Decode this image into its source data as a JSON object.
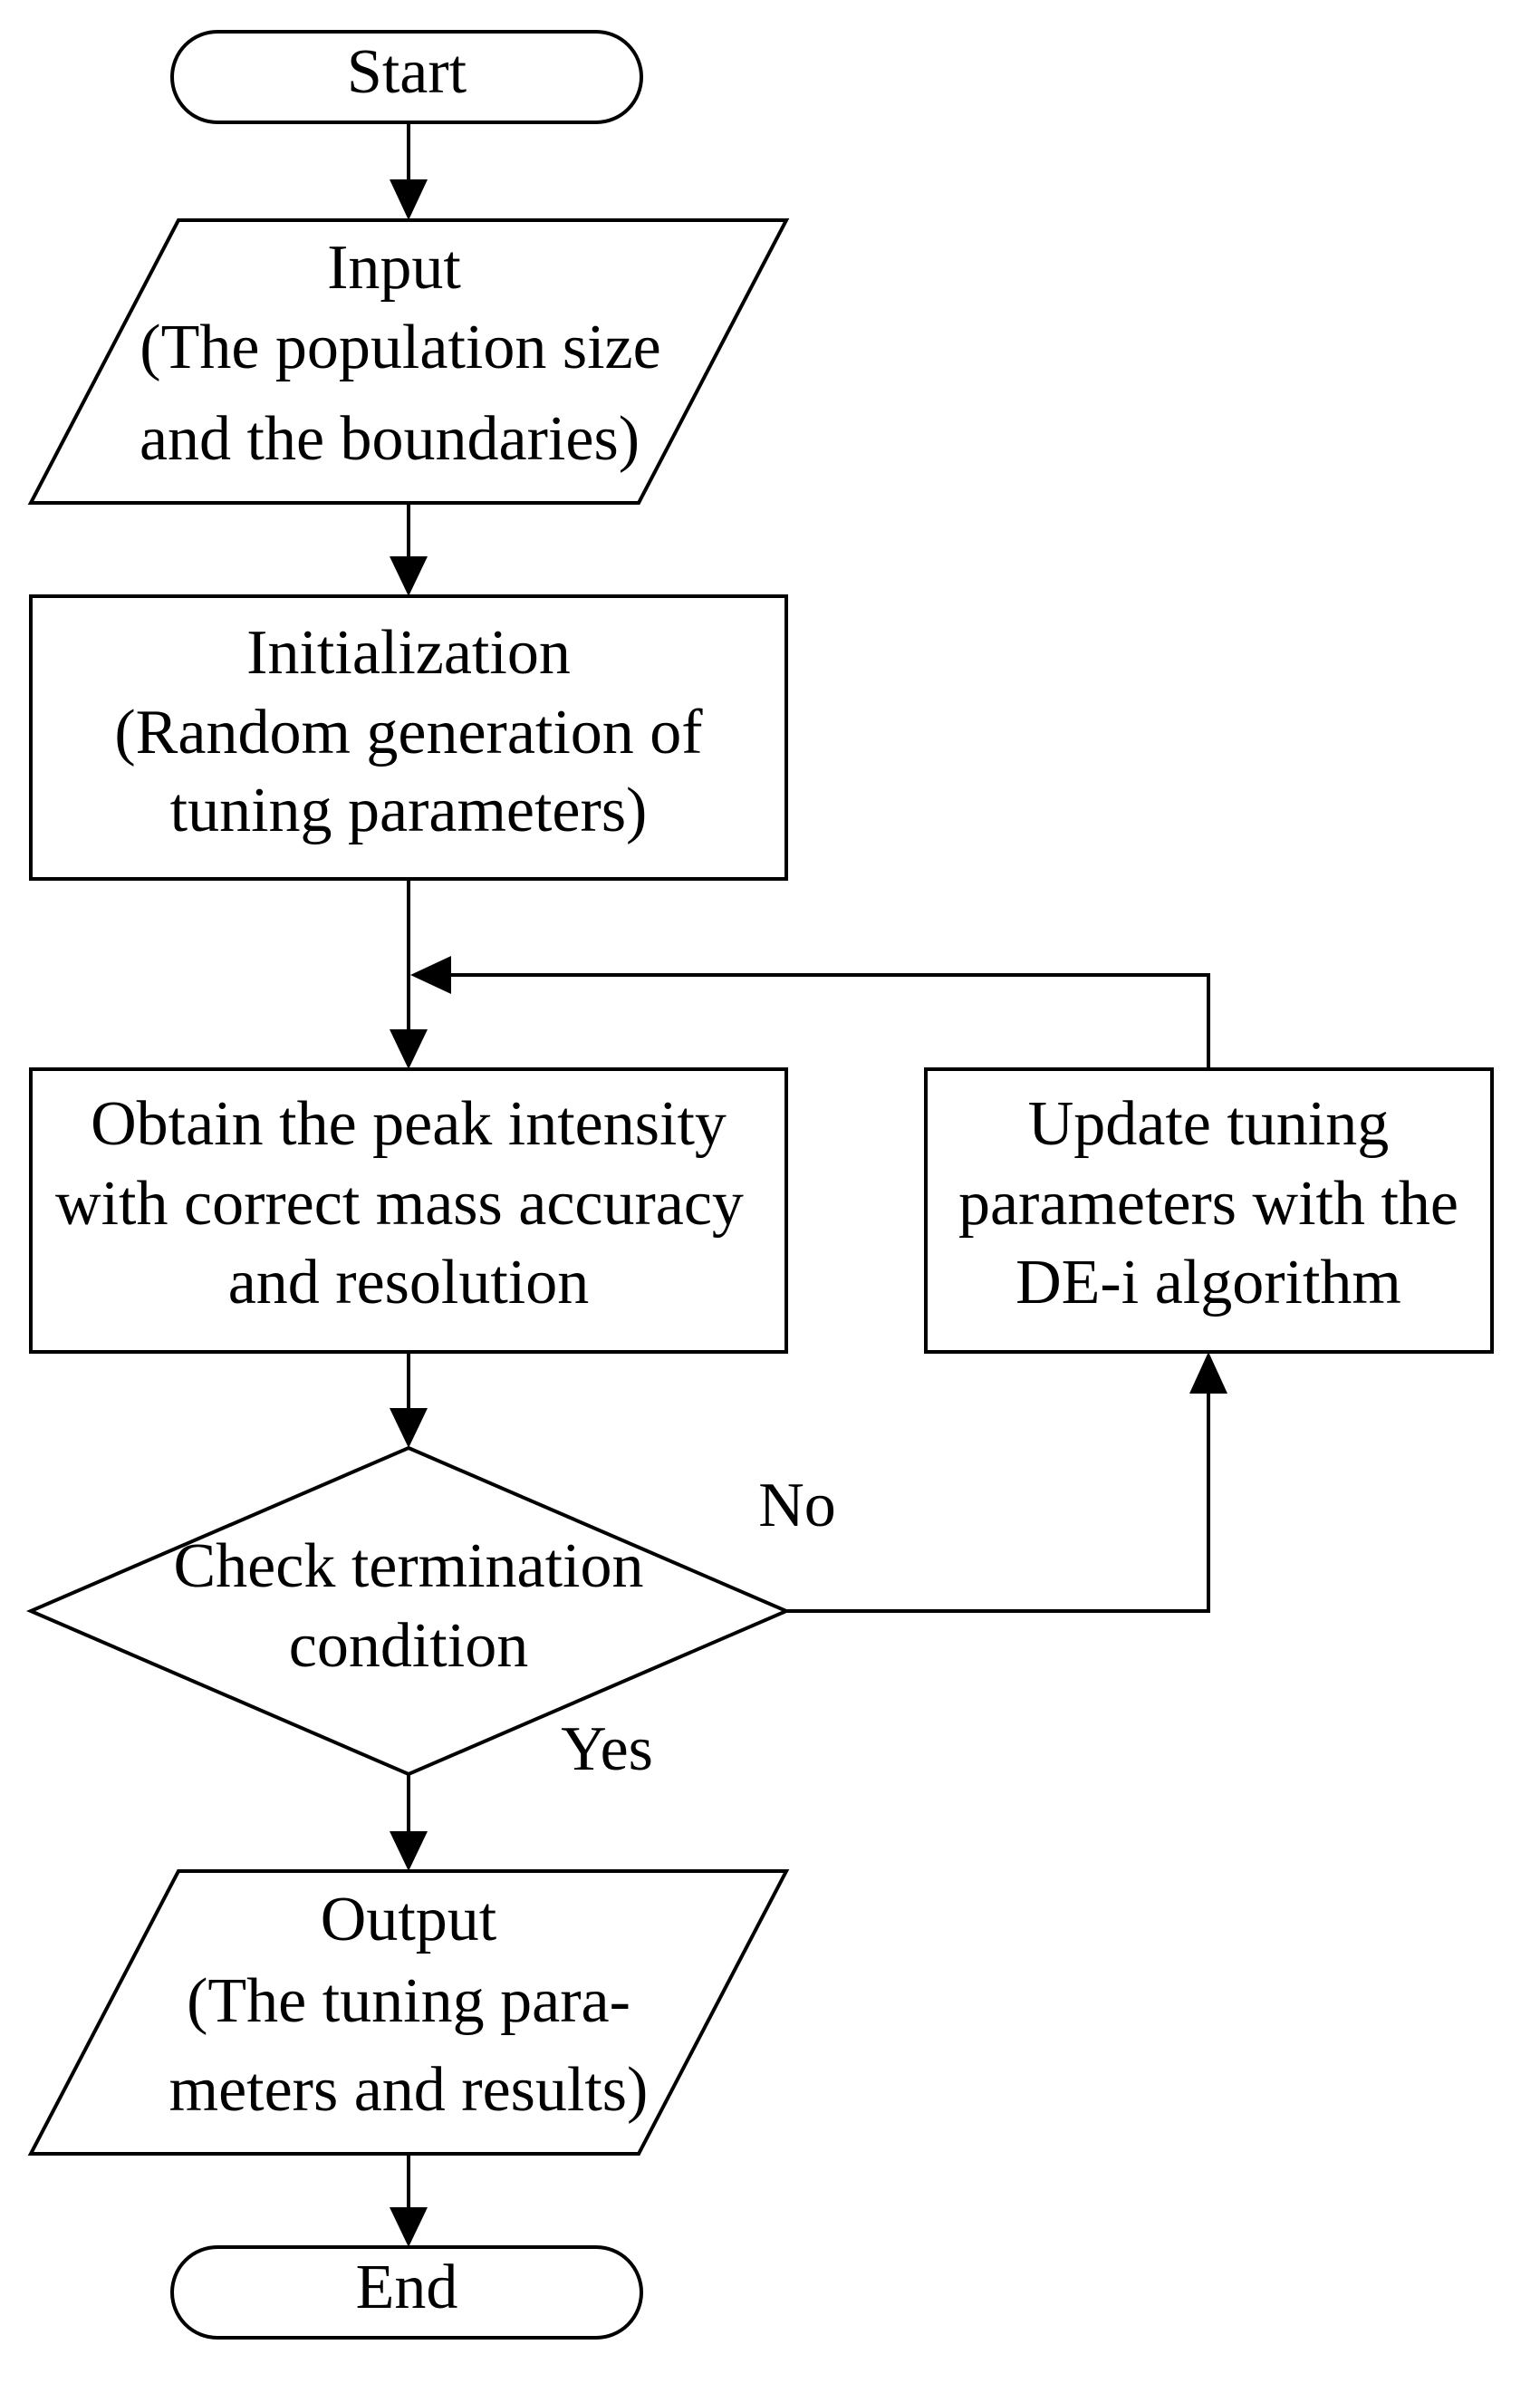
{
  "nodes": {
    "start": {
      "label": "Start"
    },
    "input": {
      "lines": [
        "Input",
        "(The population size",
        "and the boundaries)"
      ]
    },
    "init": {
      "lines": [
        "Initialization",
        "(Random generation of",
        "tuning parameters)"
      ]
    },
    "obtain": {
      "lines": [
        "Obtain the peak intensity",
        "with correct mass accuracy",
        "and resolution"
      ]
    },
    "update": {
      "lines": [
        "Update tuning",
        "parameters with the",
        "DE-i algorithm"
      ]
    },
    "check": {
      "lines": [
        "Check termination",
        "condition"
      ]
    },
    "output": {
      "lines": [
        "Output",
        "(The tuning para-",
        "meters and results)"
      ]
    },
    "end": {
      "label": "End"
    }
  },
  "edges": {
    "no_label": "No",
    "yes_label": "Yes"
  },
  "colors": {
    "stroke": "#000000",
    "fill": "#ffffff"
  }
}
